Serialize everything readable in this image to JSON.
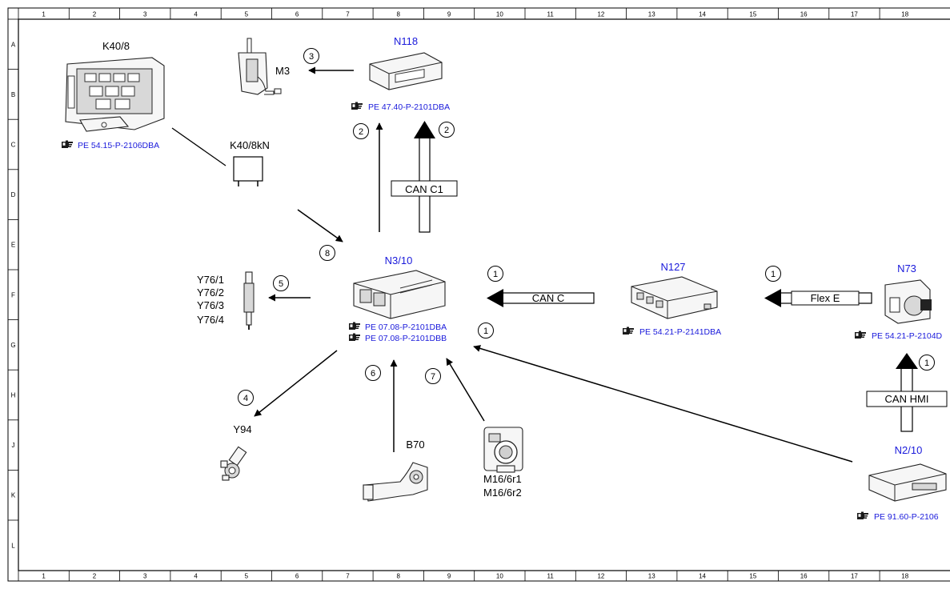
{
  "grid": {
    "columns": [
      "1",
      "2",
      "3",
      "4",
      "5",
      "6",
      "7",
      "8",
      "9",
      "10",
      "11",
      "12",
      "13",
      "14",
      "15",
      "16",
      "17",
      "18"
    ],
    "rows": [
      "A",
      "B",
      "C",
      "D",
      "E",
      "F",
      "G",
      "H",
      "J",
      "K",
      "L"
    ]
  },
  "colors": {
    "link_blue": "#1a1adb",
    "ink": "#000000"
  },
  "ref_icon": "pointing-hand-icon",
  "components": {
    "k40_8": {
      "label": "K40/8",
      "ref": "PE 54.15-P-2106DBA"
    },
    "k40_8kn": {
      "label": "K40/8kN"
    },
    "m3": {
      "label": "M3"
    },
    "n118": {
      "label": "N118",
      "ref": "PE 47.40-P-2101DBA"
    },
    "n3_10": {
      "label": "N3/10",
      "ref1": "PE 07.08-P-2101DBA",
      "ref2": "PE 07.08-P-2101DBB"
    },
    "n127": {
      "label": "N127",
      "ref": "PE 54.21-P-2141DBA"
    },
    "n73": {
      "label": "N73",
      "ref": "PE 54.21-P-2104D"
    },
    "n2_10": {
      "label": "N2/10",
      "ref": "PE 91.60-P-2106"
    },
    "y76": {
      "labels": [
        "Y76/1",
        "Y76/2",
        "Y76/3",
        "Y76/4"
      ]
    },
    "y94": {
      "label": "Y94"
    },
    "b70": {
      "label": "B70"
    },
    "m16": {
      "labels": [
        "M16/6r1",
        "M16/6r2"
      ]
    }
  },
  "bus_labels": {
    "can_c1": "CAN C1",
    "can_c": "CAN C",
    "flex_e": "Flex E",
    "can_hmi": "CAN HMI"
  },
  "signal_numbers": {
    "n118_to_m3": "3",
    "n3_to_n118_line": "2",
    "n3_to_n118_can": "2",
    "k40_to_n3": "8",
    "n3_to_y76": "5",
    "n3_to_y94": "4",
    "b70_to_n3": "6",
    "m16_to_n3": "7",
    "n127_to_n3": "1",
    "n2_10_to_n3": "1",
    "n73_to_n127": "1",
    "n2_10_to_n73": "1"
  }
}
